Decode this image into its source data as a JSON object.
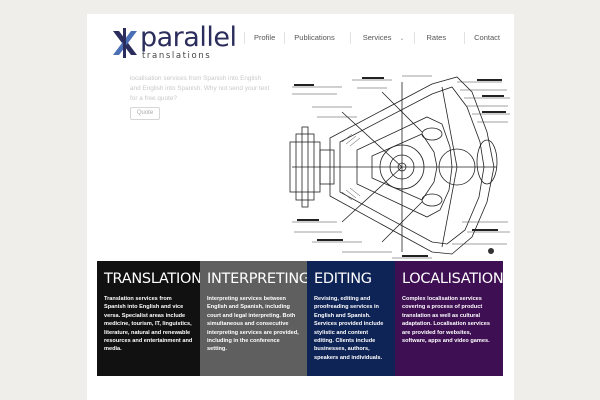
{
  "logo": {
    "word": "parallel",
    "sub": "translations"
  },
  "nav": {
    "items": [
      {
        "label": "Profile"
      },
      {
        "label": "Publications"
      },
      {
        "label": "Services"
      },
      {
        "label": "Rates"
      },
      {
        "label": "Contact"
      }
    ]
  },
  "hero": {
    "text": "localisation services from Spanish into English and English into Spanish. Why not send your text for a free quote?",
    "button": "Quote",
    "image_icon": "engineering-blueprint-image"
  },
  "services": [
    {
      "title": "TRANSLATION",
      "text": "Translation services from Spanish into English and vice versa. Specialist areas include medicine, tourism, IT, linguistics, literature, natural and renewable resources and entertainment and media.",
      "color": "#111111"
    },
    {
      "title": "INTERPRETING",
      "text": "Interpreting services between English and Spanish, including court and legal interpreting. Both simultaneous and consecutive interpreting services are provided, including in the conference setting.",
      "color": "#5f5f5f"
    },
    {
      "title": "EDITING",
      "text": "Revising, editing and proofreading services in English and Spanish. Services provided include stylistic and content editing. Clients include businesses, authors, speakers and individuals.",
      "color": "#0f2456"
    },
    {
      "title": "LOCALISATION",
      "text": "Complex localisation services covering a process of product translation as well as cultural adaptation. Localisation services are provided for websites, software, apps and video games.",
      "color": "#3f0f54"
    }
  ]
}
